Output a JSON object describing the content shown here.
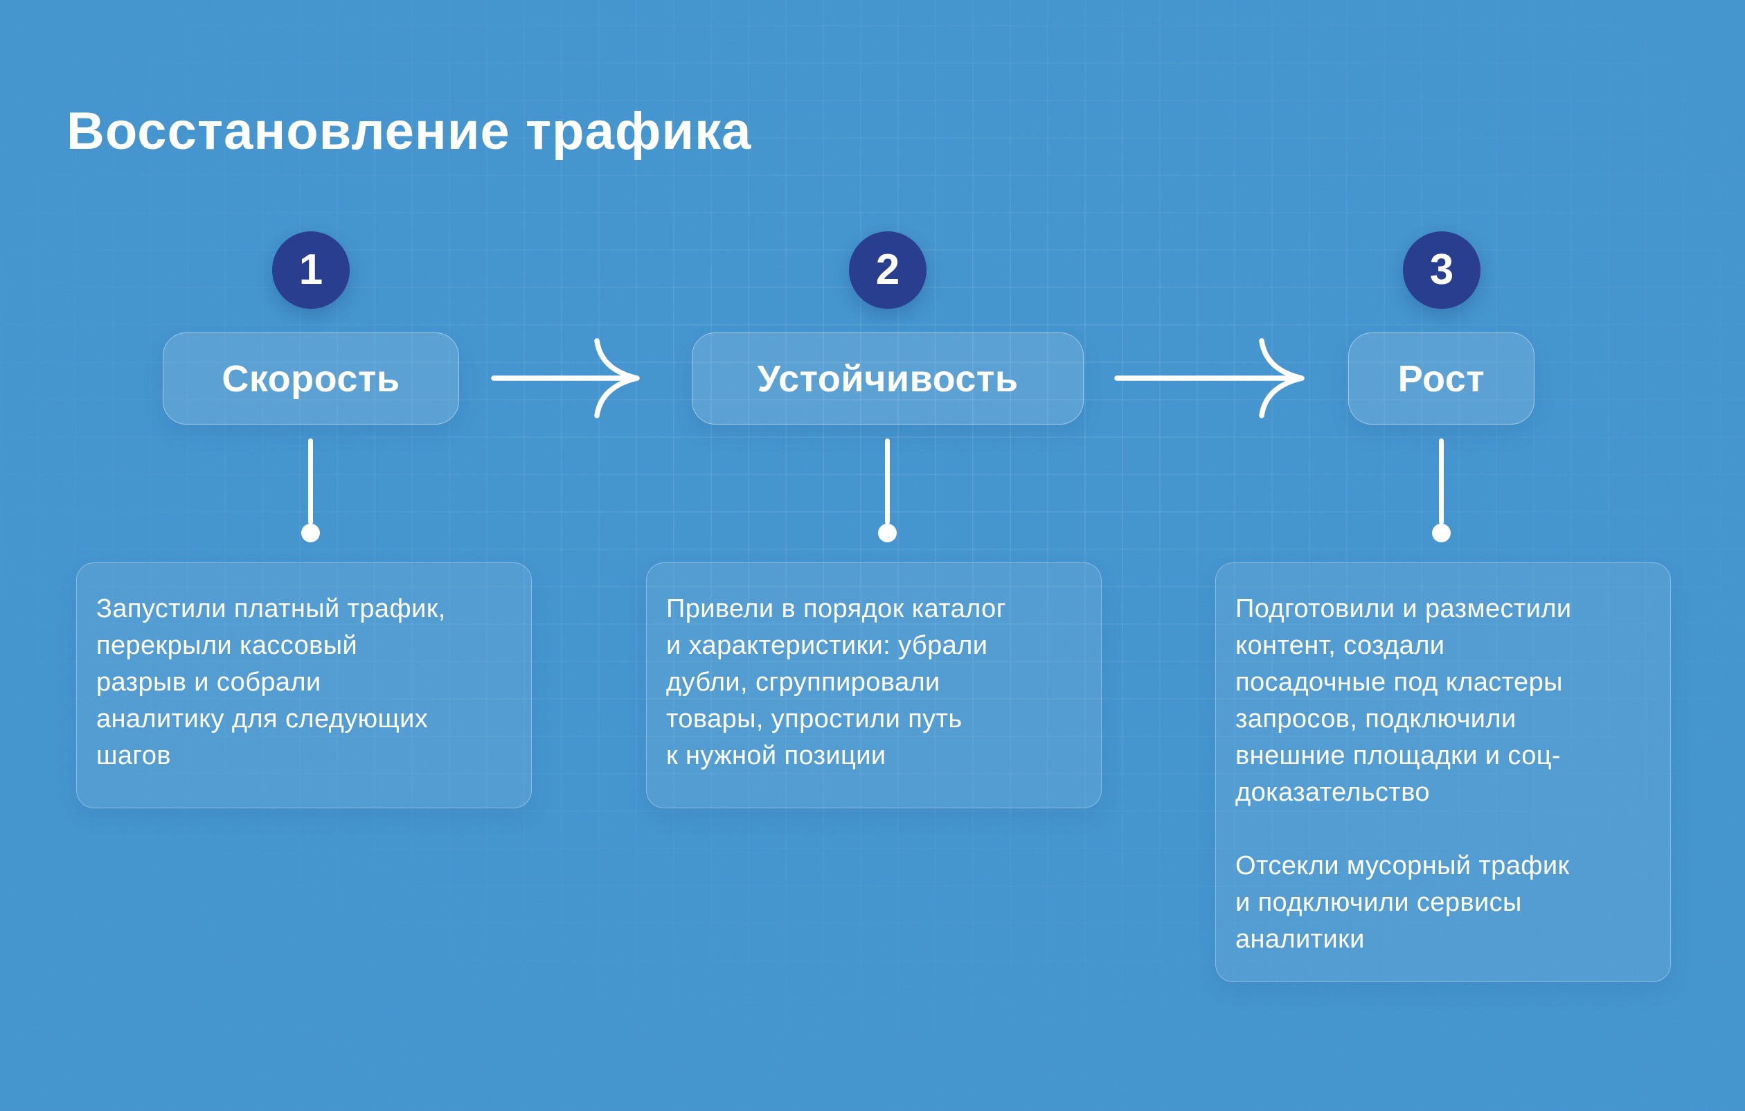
{
  "title": "Восстановление трафика",
  "colors": {
    "background": "#4294d0",
    "step_badge": "#2a3e90",
    "text": "#ffffff",
    "panel_fill": "rgba(255,255,255,0.10)",
    "panel_border": "rgba(255,255,255,0.40)"
  },
  "steps": [
    {
      "number": "1",
      "label": "Скорость",
      "description": "Запустили платный трафик,\nперекрыли кассовый\nразрыв и собрали\nаналитику для следующих\nшагов"
    },
    {
      "number": "2",
      "label": "Устойчивость",
      "description": "Привели в порядок каталог\nи характеристики: убрали\nдубли, сгруппировали\nтовары, упростили путь\nк нужной позиции"
    },
    {
      "number": "3",
      "label": "Рост",
      "description": "Подготовили и разместили\nконтент, создали\nпосадочные под кластеры\nзапросов, подключили\nвнешние площадки и соц-\nдоказательство\n\nОтсекли мусорный трафик\nи подключили сервисы\nаналитики"
    }
  ]
}
